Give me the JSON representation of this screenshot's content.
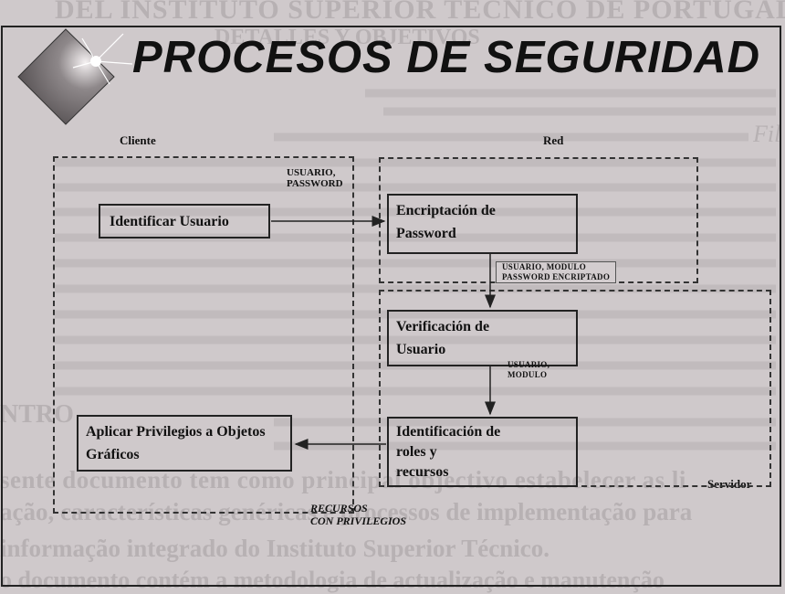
{
  "background": {
    "line1": "DEL INSTITUTO SUPERIOR TÉCNICO DE PORTUGAL",
    "line2": "DETALLES Y OBJETIVOS",
    "line_fila": "Fil",
    "line3": "NTRO",
    "line4": "sente documento tem como principal objectivo estabelecer as li",
    "line5": "ação, características genéricas e processos de implementação para",
    "line6": "informação integrado do Instituto Superior Técnico.",
    "line7": "o documento contém a metodologia de actualização e manutenção"
  },
  "title": "PROCESOS DE SEGURIDAD",
  "logo_icon": "diamond-star-logo",
  "labels": {
    "cliente": "Cliente",
    "red": "Red",
    "servidor": "Servidor"
  },
  "flows": {
    "user_password_1": "USUARIO,",
    "user_password_2": "PASSWORD",
    "user_modulo_pwd_1": "USUARIO, MODULO",
    "user_modulo_pwd_2": "PASSWORD ENCRIPTADO",
    "user_modulo_1": "USUARIO,",
    "user_modulo_2": "MODULO",
    "recursos_1": "RECURSOS",
    "recursos_2": "CON PRIVILEGIOS"
  },
  "boxes": {
    "identificar": "Identificar Usuario",
    "encriptacion_1": "Encriptación de",
    "encriptacion_2": "Password",
    "verificacion_1": "Verificación de",
    "verificacion_2": "Usuario",
    "identificacion_1": "Identificación de",
    "identificacion_2": "roles y",
    "identificacion_3": "recursos",
    "aplicar_1": "Aplicar Privilegios a Objetos",
    "aplicar_2": "Gráficos"
  }
}
